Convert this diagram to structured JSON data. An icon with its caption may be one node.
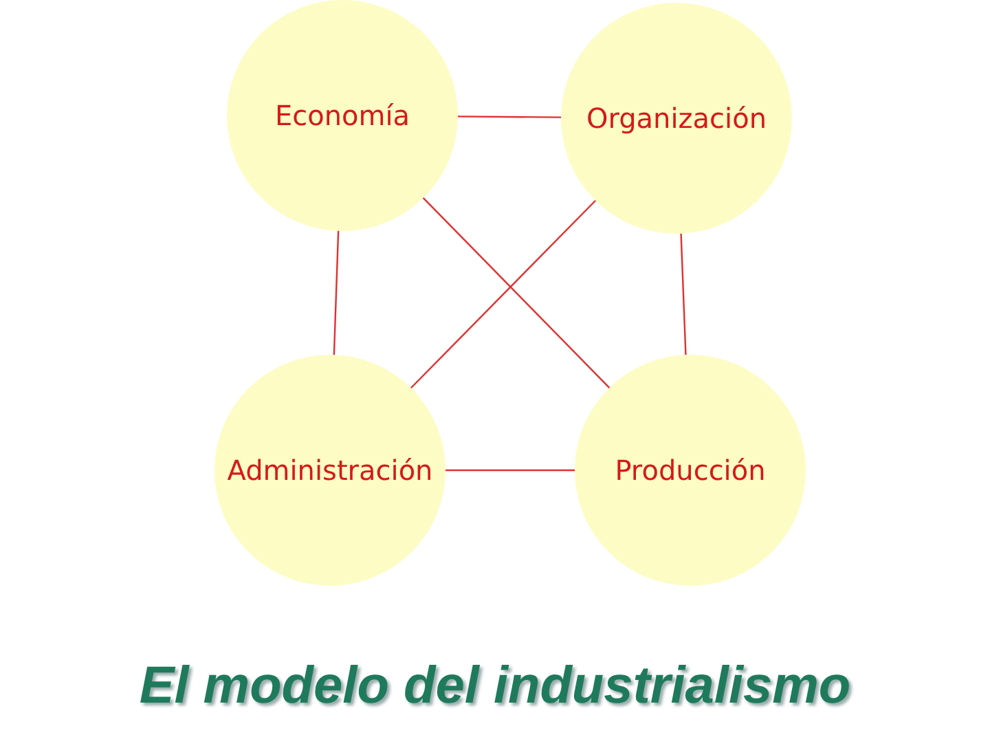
{
  "diagram": {
    "title": "El modelo del industrialismo",
    "nodes": [
      {
        "text": [
          "Economía"
        ]
      },
      {
        "text": [
          "Organización"
        ]
      },
      {
        "text": [
          "Administración"
        ]
      },
      {
        "text": [
          "Producción"
        ]
      }
    ],
    "edges": [
      {
        "from": 0,
        "to": 1,
        "arrow": "none"
      },
      {
        "from": 0,
        "to": 2,
        "arrow": "none"
      },
      {
        "from": 1,
        "to": 3,
        "arrow": "none"
      },
      {
        "from": 2,
        "to": 3,
        "arrow": "none"
      },
      {
        "from": 0,
        "to": 3,
        "arrow": "none"
      },
      {
        "from": 1,
        "to": 2,
        "arrow": "none"
      }
    ]
  }
}
